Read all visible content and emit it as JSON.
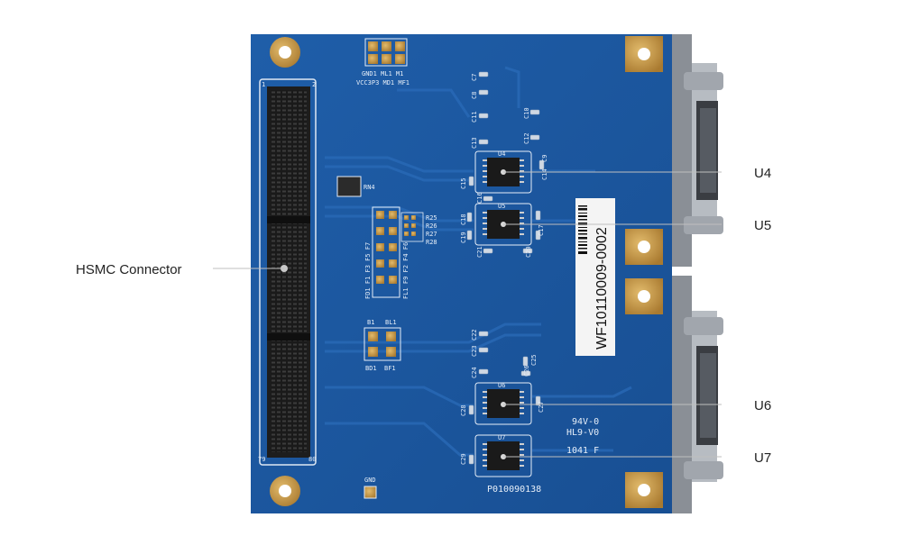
{
  "callouts": {
    "hsmc": "HSMC Connector",
    "u4": "U4",
    "u5": "U5",
    "u6": "U6",
    "u7": "U7"
  },
  "silkscreen": {
    "header_top": "GND1 ML1 M1",
    "header_bottom": "VCC3P3 MD1 MF1",
    "rn4": "RN4",
    "r25": "R25",
    "r26": "R26",
    "r27": "R27",
    "r28": "R28",
    "f_col1": "FD1 F1 F3 F5 F7",
    "f_col2": "FL1 F9 F2 F4 F6",
    "b1": "B1",
    "bl1": "BL1",
    "bd1": "BD1",
    "bf1": "BF1",
    "gnd": "GND",
    "u4": "U4",
    "u5": "U5",
    "u6": "U6",
    "u7": "U7",
    "rating1": "94V-0",
    "rating2": "HL9-V0",
    "datecode": "1041 F",
    "part_number": "P010090138",
    "barcode_text": "WF10110009-0002",
    "c7": "C7",
    "c8": "C8",
    "c9": "C9",
    "c10": "C10",
    "c11": "C11",
    "c12": "C12",
    "c13": "C13",
    "c14": "C14",
    "c15": "C15",
    "c16": "C16",
    "c17": "C17",
    "c18": "C18",
    "c19": "C19",
    "c20": "C20",
    "c21": "C21",
    "c22": "C22",
    "c23": "C23",
    "c24": "C24",
    "c25": "C25",
    "c26": "C26",
    "c27": "C27",
    "c28": "C28",
    "c29": "C29",
    "pin_left_top": "1",
    "pin_right_top": "2",
    "pin_left_bottom": "79",
    "pin_right_bottom": "80"
  },
  "colors": {
    "pcb": "#1e5aa3",
    "pcb_dark": "#174c8c",
    "gold": "#c99a4a",
    "silk": "#e6eef8"
  }
}
